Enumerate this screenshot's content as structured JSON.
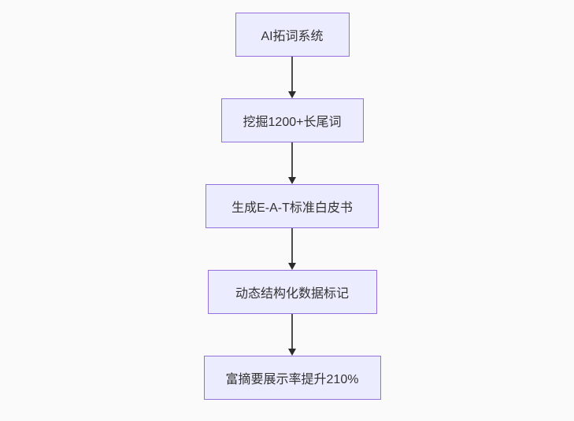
{
  "diagram": {
    "type": "flowchart",
    "direction": "top-down",
    "nodes": [
      {
        "id": "A",
        "label": "AI拓词系统"
      },
      {
        "id": "B",
        "label": "挖掘1200+长尾词"
      },
      {
        "id": "C",
        "label": "生成E-A-T标准白皮书"
      },
      {
        "id": "D",
        "label": "动态结构化数据标记"
      },
      {
        "id": "E",
        "label": "富摘要展示率提升210%"
      }
    ],
    "edges": [
      {
        "from": "A",
        "to": "B",
        "style": "arrow"
      },
      {
        "from": "B",
        "to": "C",
        "style": "arrow"
      },
      {
        "from": "C",
        "to": "D",
        "style": "arrow"
      },
      {
        "from": "D",
        "to": "E",
        "style": "arrow"
      }
    ],
    "colors": {
      "background": "#fafafa",
      "node_fill": "#ECECFF",
      "node_border": "#9370DB",
      "text": "#333333",
      "arrow_line": "#4d4d4d",
      "arrow_head": "#2b2b2b"
    }
  }
}
